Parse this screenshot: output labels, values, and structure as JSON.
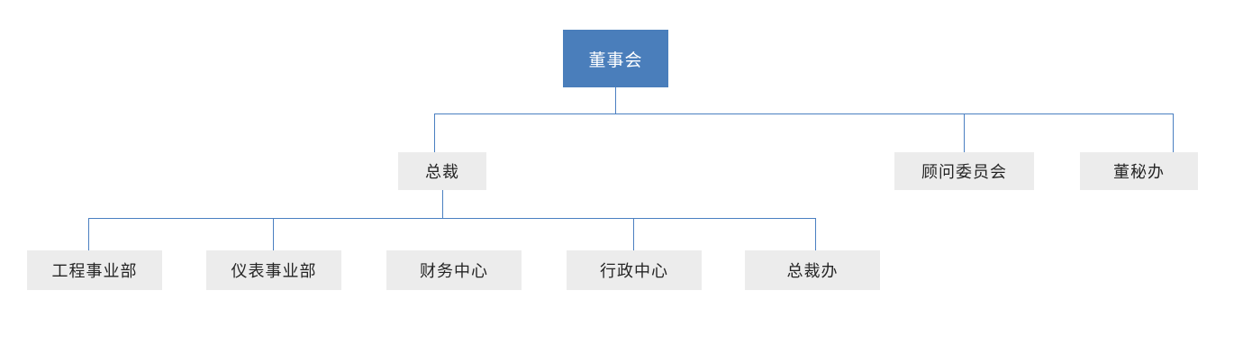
{
  "chart": {
    "type": "org-chart",
    "title": "",
    "accent_color": "#4a7ebb",
    "node_fill_color": "#ececec",
    "line_color": "#4a7fc1",
    "root_text_color": "#ffffff",
    "node_text_color": "#252525",
    "levels": [
      {
        "level": 1,
        "nodes": [
          {
            "id": "board",
            "label": "董事会",
            "style": "accent"
          }
        ]
      },
      {
        "level": 2,
        "nodes": [
          {
            "id": "president",
            "label": "总裁",
            "style": "plain",
            "parent": "board"
          },
          {
            "id": "advisory-committee",
            "label": "顾问委员会",
            "style": "plain",
            "parent": "board"
          },
          {
            "id": "board-secretary-office",
            "label": "董秘办",
            "style": "plain",
            "parent": "board"
          }
        ]
      },
      {
        "level": 3,
        "nodes": [
          {
            "id": "engineering-division",
            "label": "工程事业部",
            "style": "plain",
            "parent": "president"
          },
          {
            "id": "instrument-division",
            "label": "仪表事业部",
            "style": "plain",
            "parent": "president"
          },
          {
            "id": "finance-center",
            "label": "财务中心",
            "style": "plain",
            "parent": "president"
          },
          {
            "id": "administration-center",
            "label": "行政中心",
            "style": "plain",
            "parent": "president"
          },
          {
            "id": "president-office",
            "label": "总裁办",
            "style": "plain",
            "parent": "president"
          }
        ]
      }
    ]
  }
}
